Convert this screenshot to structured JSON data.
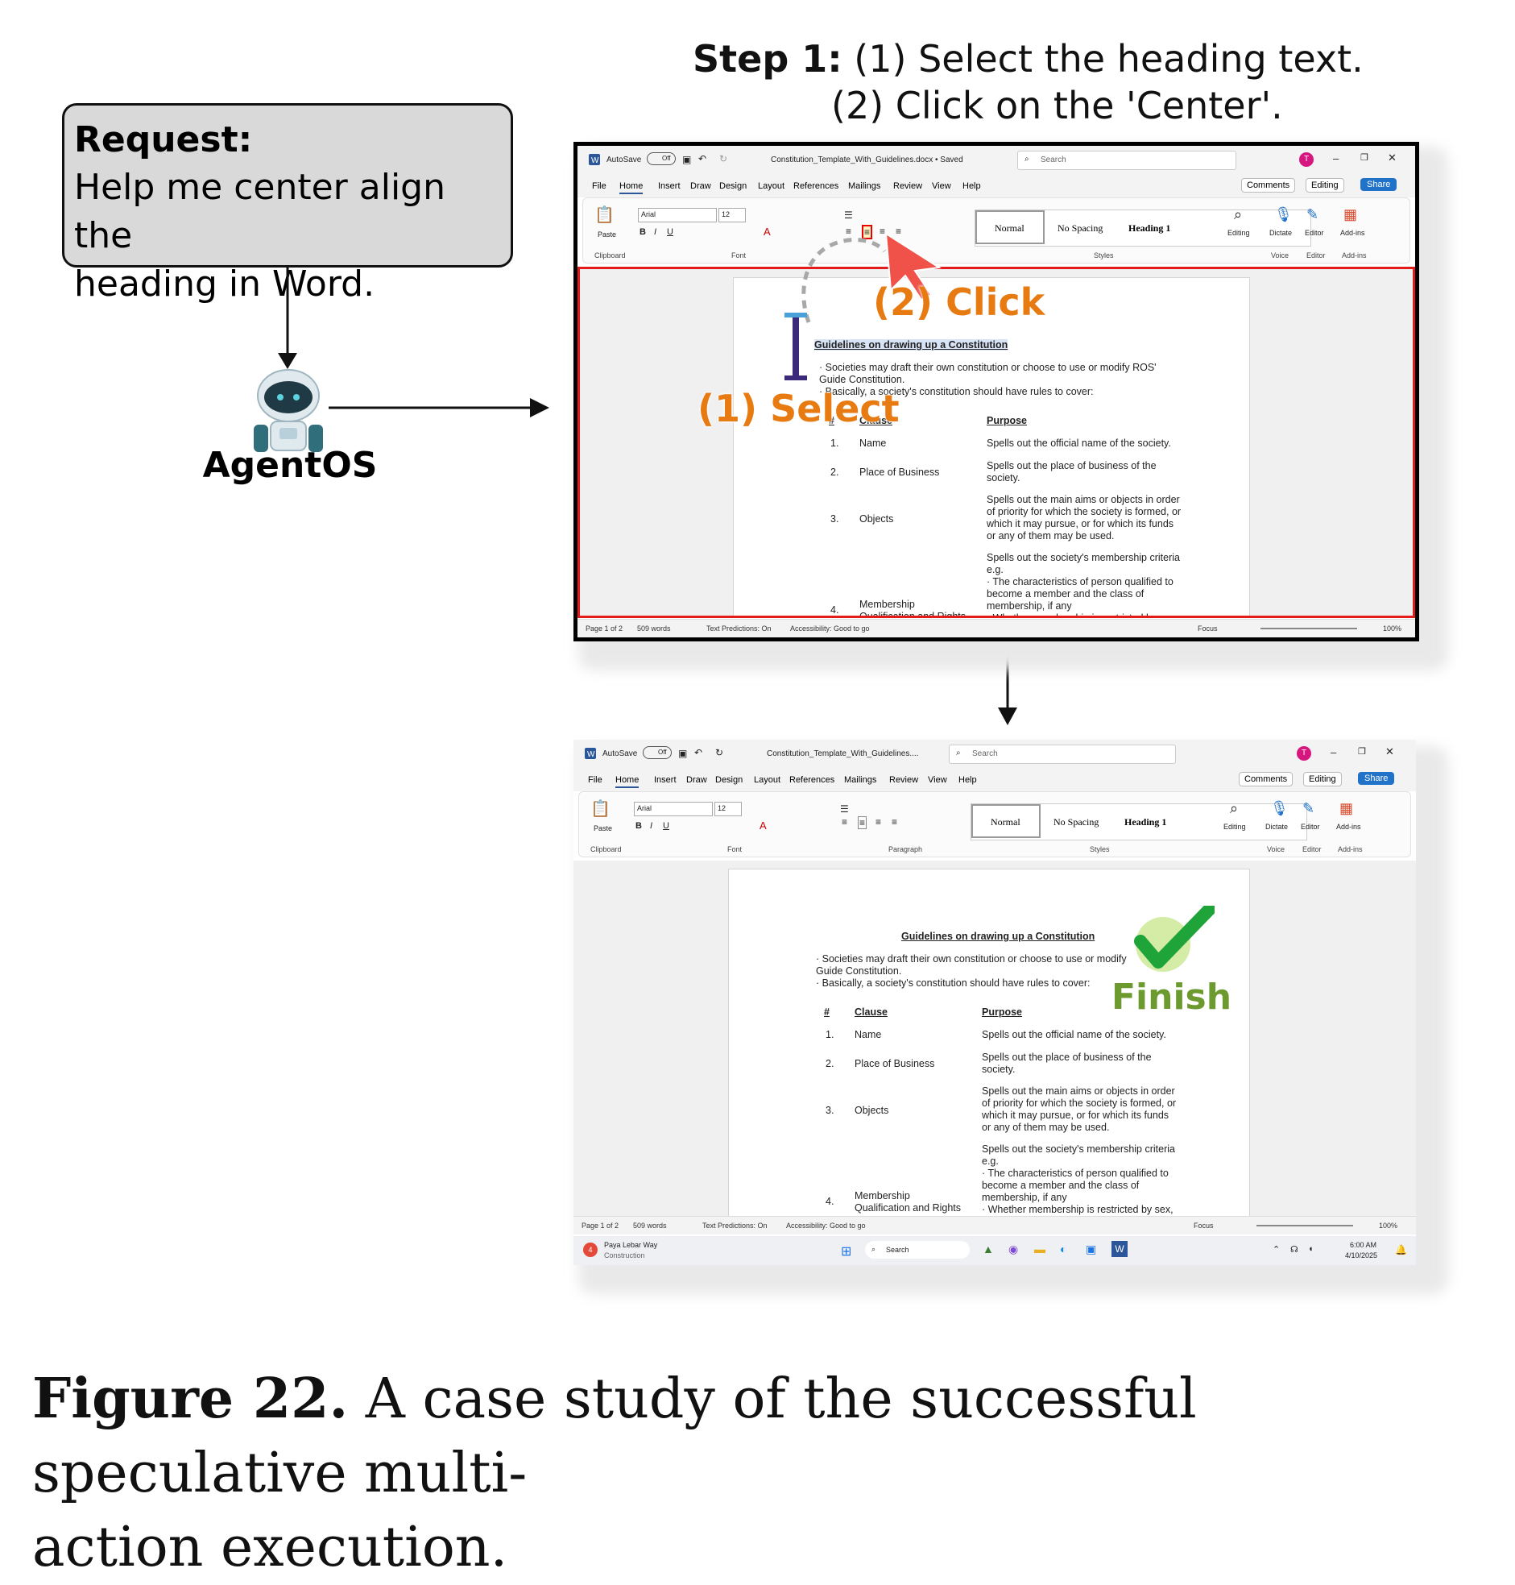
{
  "step": {
    "label": "Step 1:",
    "line1": "(1) Select the heading text.",
    "line2": "(2) Click on the 'Center'."
  },
  "request": {
    "title": "Request:",
    "body_line1": "Help me center align the",
    "body_line2": "heading in Word."
  },
  "agent": {
    "name": "AgentOS"
  },
  "annotations": {
    "select": "(1) Select",
    "click": "(2) Click",
    "finish": "Finish"
  },
  "word": {
    "autosave": "AutoSave",
    "autosave_state": "Off",
    "title_full": "Constitution_Template_With_Guidelines.docx • Saved",
    "title_short": "Constitution_Template_With_Guidelines....",
    "search_placeholder": "Search",
    "avatar_initial": "T",
    "tabs": [
      "File",
      "Home",
      "Insert",
      "Draw",
      "Design",
      "Layout",
      "References",
      "Mailings",
      "Review",
      "View",
      "Help"
    ],
    "comments": "Comments",
    "editing": "Editing",
    "share": "Share",
    "paste": "Paste",
    "font_name": "Arial",
    "font_size": "12",
    "styles": [
      "Normal",
      "No Spacing",
      "Heading 1"
    ],
    "tools": [
      "Editing",
      "Dictate",
      "Editor",
      "Add-ins"
    ],
    "groups": {
      "clipboard": "Clipboard",
      "font": "Font",
      "paragraph": "Paragraph",
      "styles": "Styles",
      "voice": "Voice",
      "editor": "Editor",
      "addins": "Add-ins"
    },
    "status": {
      "page": "Page 1 of 2",
      "words": "509 words",
      "predictions": "Text Predictions: On",
      "accessibility": "Accessibility: Good to go",
      "focus": "Focus",
      "zoom": "100%"
    }
  },
  "document": {
    "heading": "Guidelines on drawing up a Constitution",
    "para1a": "· Societies may draft their own constitution or choose to use or modify ROS'",
    "para1a_cut": "· Societies may draft their own constitution or choose to use or modify",
    "para1b": "Guide Constitution.",
    "para2": "· Basically, a society's constitution should have rules to cover:",
    "col_num": "#",
    "col_clause": "Clause",
    "col_purpose": "Purpose",
    "rows": [
      {
        "num": "1.",
        "clause": "Name",
        "purpose": [
          "Spells out the official name of the society."
        ]
      },
      {
        "num": "2.",
        "clause": "Place of Business",
        "purpose": [
          "Spells out the place of business of the",
          "society."
        ]
      },
      {
        "num": "3.",
        "clause": "Objects",
        "purpose": [
          "Spells out the main aims or objects in order",
          "of priority for which the society is formed, or",
          "which it may pursue, or for which its funds",
          "or any of them may be used."
        ]
      },
      {
        "num": "4.",
        "clause": "Membership",
        "clause2": "Qualification and Rights",
        "purpose": [
          "Spells out the society's membership criteria",
          "e.g.",
          "· The characteristics of person qualified to",
          "become a member and the class of",
          "membership, if any",
          "· Whether membership is restricted by sex,"
        ]
      }
    ]
  },
  "taskbar": {
    "weather_count": "4",
    "location": "Paya Lebar Way",
    "location_sub": "Construction",
    "search": "Search",
    "time": "6:00 AM",
    "date": "4/10/2025"
  },
  "caption": {
    "label": "Figure 22.",
    "text": "A case study of the successful speculative multi-",
    "text2": "action execution."
  }
}
